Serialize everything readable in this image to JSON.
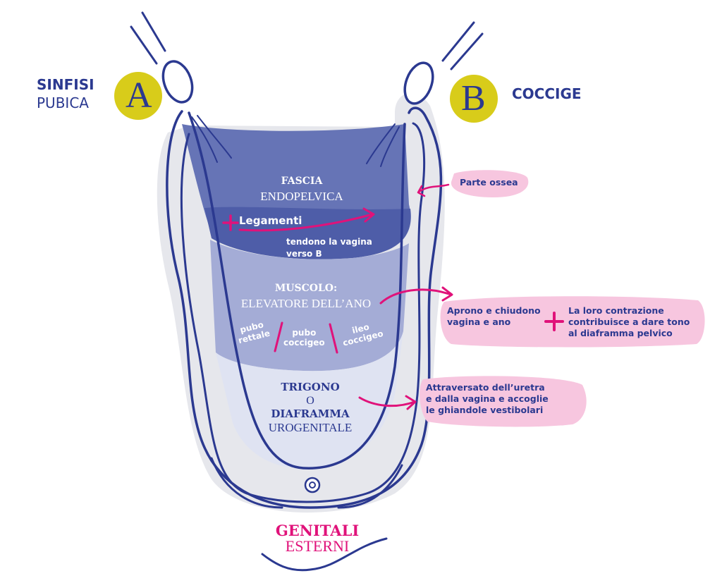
{
  "labels": {
    "sinfisi": "SINFISI",
    "pubica": "PUBICA",
    "coccige": "COCCIGE",
    "badge_a": "A",
    "badge_b": "B",
    "fascia_1": "FASCIA",
    "fascia_2": "ENDOPELVICA",
    "legamenti": "Legamenti",
    "tendono_1": "tendono la vagina",
    "tendono_2": "verso B",
    "muscolo_1": "MUSCOLO:",
    "muscolo_2": "ELEVATORE DELL’ANO",
    "pubo_rettale_1": "pubo",
    "pubo_rettale_2": "rettale",
    "pubo_coccigeo_1": "pubo",
    "pubo_coccigeo_2": "coccigeo",
    "ileo_coccigeo_1": "ileo",
    "ileo_coccigeo_2": "coccigeo",
    "trigono_1": "TRIGONO",
    "trigono_2": "O",
    "trigono_3": "DIAFRAMMA",
    "trigono_4": "UROGENITALE",
    "genitali_1": "GENITALI",
    "genitali_2": "ESTERNI"
  },
  "notes": {
    "parte_ossea": "Parte ossea",
    "aprono_1": "Aprono e chiudono",
    "aprono_2": "vagina e ano",
    "contrazione_1": "La loro contrazione",
    "contrazione_2": "contribuisce a dare tono",
    "contrazione_3": "al diaframma pelvico",
    "attraversato_1": "Attraversato dell’uretra",
    "attraversato_2": "e dalla vagina e accoglie",
    "attraversato_3": "le ghiandole vestibolari"
  },
  "colors": {
    "navy": "#2b3990",
    "pink": "#e0127a",
    "pink_bg": "#f7c6df",
    "yellow": "#d8cc1a",
    "fascia": "#6674b6",
    "muscolo": "#a4acd6",
    "trigono": "#dfe3f2",
    "halo": "#e6e7ec"
  },
  "icons": {
    "plus": "plus-icon",
    "arrow": "curved-arrow-icon",
    "anus": "spiral-icon"
  }
}
